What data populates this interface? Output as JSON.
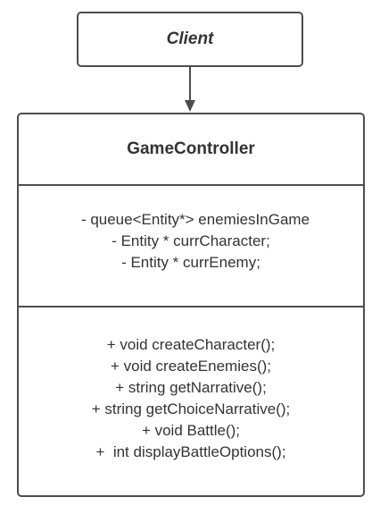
{
  "client": {
    "label": "Client"
  },
  "class": {
    "name": "GameController",
    "attributes": [
      "- queue<Entity*> enemiesInGame",
      "- Entity * currCharacter;",
      "- Entity * currEnemy;"
    ],
    "methods": [
      "+ void createCharacter();",
      "+ void createEnemies();",
      "+ string getNarrative();",
      "+ string getChoiceNarrative();",
      "+ void Battle();",
      "+  int displayBattleOptions();"
    ]
  },
  "colors": {
    "border": "#4d4d4d",
    "text": "#333333",
    "background": "#ffffff"
  }
}
